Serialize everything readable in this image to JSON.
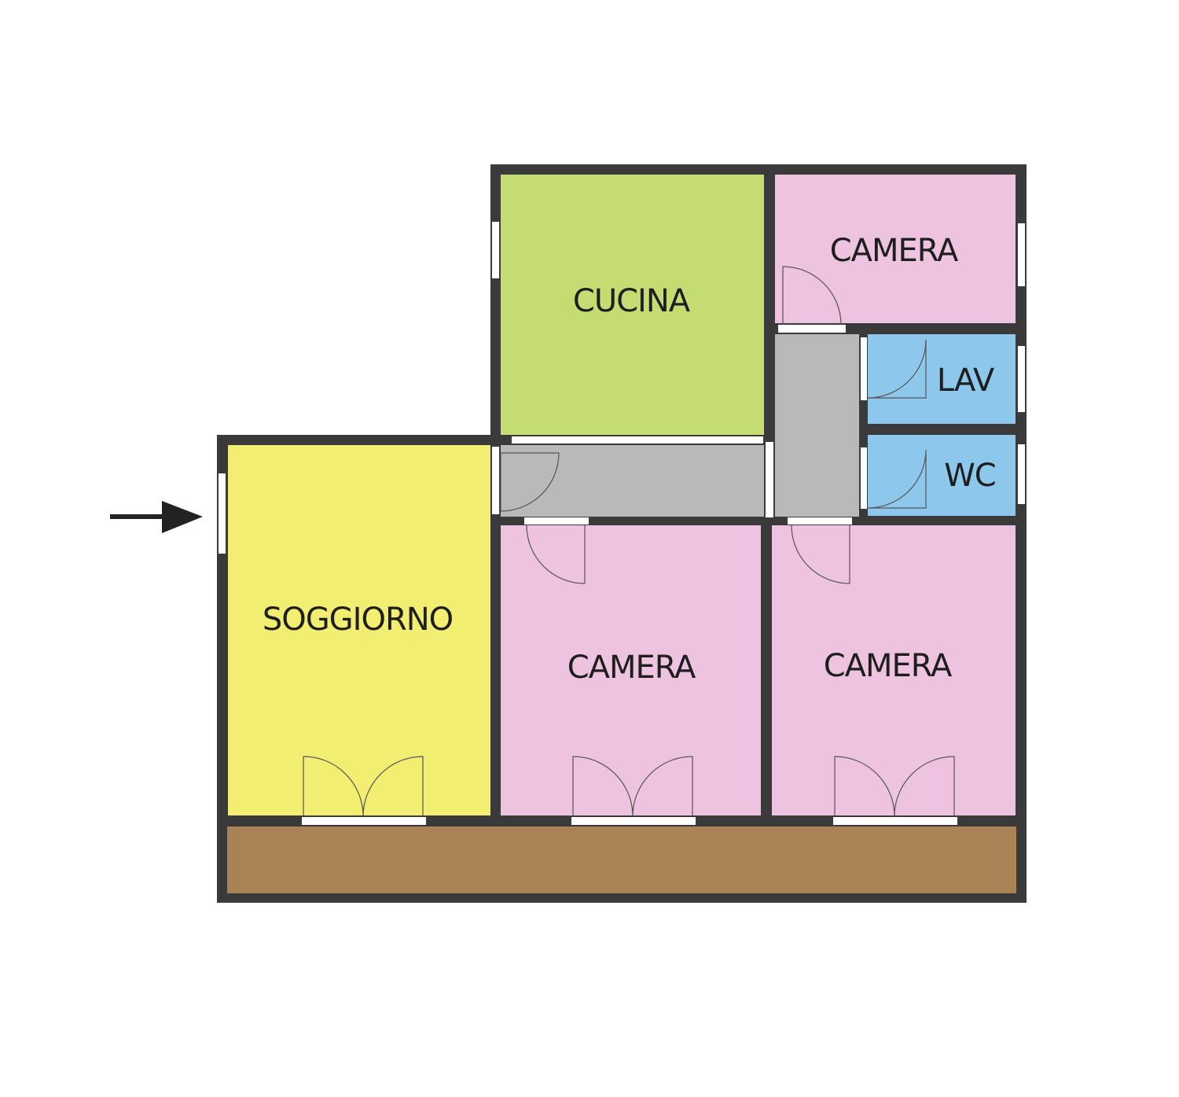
{
  "colors": {
    "wall": "#3a3a3a",
    "opening": "#ffffff",
    "soggiorno": "#f2ee72",
    "cucina": "#c4dc72",
    "camera": "#eec3df",
    "bagno": "#8ec7ec",
    "disimpegno": "#b9b9b9",
    "balcone": "#a98256"
  },
  "rooms": {
    "soggiorno": "SOGGIORNO",
    "cucina": "CUCINA",
    "camera_top": "CAMERA",
    "lav": "LAV",
    "wc": "WC",
    "camera_middle": "CAMERA",
    "camera_right": "CAMERA"
  },
  "icons": {
    "entrance": "entrance-arrow-icon"
  }
}
